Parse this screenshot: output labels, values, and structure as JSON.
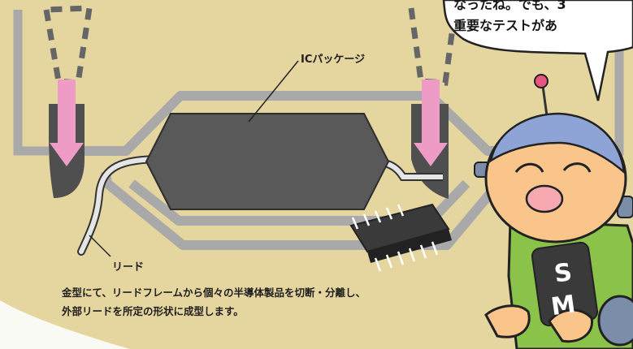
{
  "diagram": {
    "ic_package_label": "ICパッケージ",
    "lead_label": "リード",
    "caption_lines": [
      "金型にて、リードフレームから個々の半導体製品を切断・分離し、",
      "外部リードを所定の形状に成型します。"
    ]
  },
  "speech_bubble": {
    "lines": [
      "なったね。でも、3",
      "重要なテストがあ"
    ]
  },
  "mascot": {
    "chest_letters": [
      "S",
      "M"
    ]
  },
  "colors": {
    "background": "#e5d6a0",
    "die_gray": "#5a5a5a",
    "frame_gray": "#a9a9a9",
    "arrow_pink": "#ee9bc6",
    "robot_green": "#8bc34a",
    "robot_face": "#f9c58b",
    "robot_blue": "#8ea3d6"
  }
}
